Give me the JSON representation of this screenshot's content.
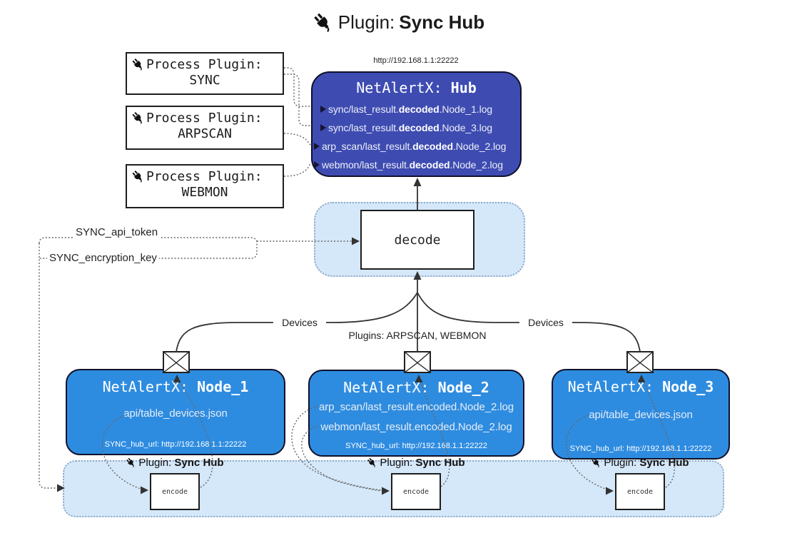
{
  "colors": {
    "hub_bg": "#3E4CB2",
    "node_bg": "#2E8CE0",
    "container_bg": "#D5E8F9",
    "container_border": "#8FA9C7",
    "line": "#333333",
    "box_text": "#ECEFF6"
  },
  "icons": {
    "plug": "plug-icon",
    "envelope": "envelope-icon"
  },
  "title": {
    "pre": "Plugin: ",
    "bold": "Sync Hub"
  },
  "process_plugins": [
    {
      "label": "Process Plugin:",
      "name": "SYNC"
    },
    {
      "label": "Process Plugin:",
      "name": "ARPSCAN"
    },
    {
      "label": "Process Plugin:",
      "name": "WEBMON"
    }
  ],
  "hub": {
    "url": "http://192.168.1.1:22222",
    "title_pre": "NetAlertX: ",
    "title_bold": "Hub",
    "lines": [
      {
        "pre": "sync/last_result.",
        "bold": "decoded",
        "post": ".Node_1.log"
      },
      {
        "pre": "sync/last_result.",
        "bold": "decoded",
        "post": ".Node_3.log"
      },
      {
        "pre": "arp_scan/last_result.",
        "bold": "decoded",
        "post": ".Node_2.log"
      },
      {
        "pre": "webmon/last_result.",
        "bold": "decoded",
        "post": ".Node_2.log"
      }
    ]
  },
  "decode_label": "decode",
  "secrets": {
    "api_token": "SYNC_api_token",
    "encryption_key": "SYNC_encryption_key"
  },
  "edges": {
    "devices_left": "Devices",
    "devices_right": "Devices",
    "plugins_mid": "Plugins: ARPSCAN, WEBMON"
  },
  "nodes": [
    {
      "title_pre": "NetAlertX: ",
      "title_bold": "Node_1",
      "lines": [
        "api/table_devices.json"
      ],
      "hub_url": "SYNC_hub_url: http://192.168.1.1:22222"
    },
    {
      "title_pre": "NetAlertX: ",
      "title_bold": "Node_2",
      "lines": [
        "arp_scan/last_result.encoded.Node_2.log",
        "webmon/last_result.encoded.Node_2.log"
      ],
      "hub_url": "SYNC_hub_url: http://192.168.1.1:22222"
    },
    {
      "title_pre": "NetAlertX: ",
      "title_bold": "Node_3",
      "lines": [
        "api/table_devices.json"
      ],
      "hub_url": "SYNC_hub_url: http://192.168.1.1:22222"
    }
  ],
  "encoder": {
    "plugin_pre": "Plugin: ",
    "plugin_bold": "Sync Hub",
    "encode_label": "encode"
  }
}
